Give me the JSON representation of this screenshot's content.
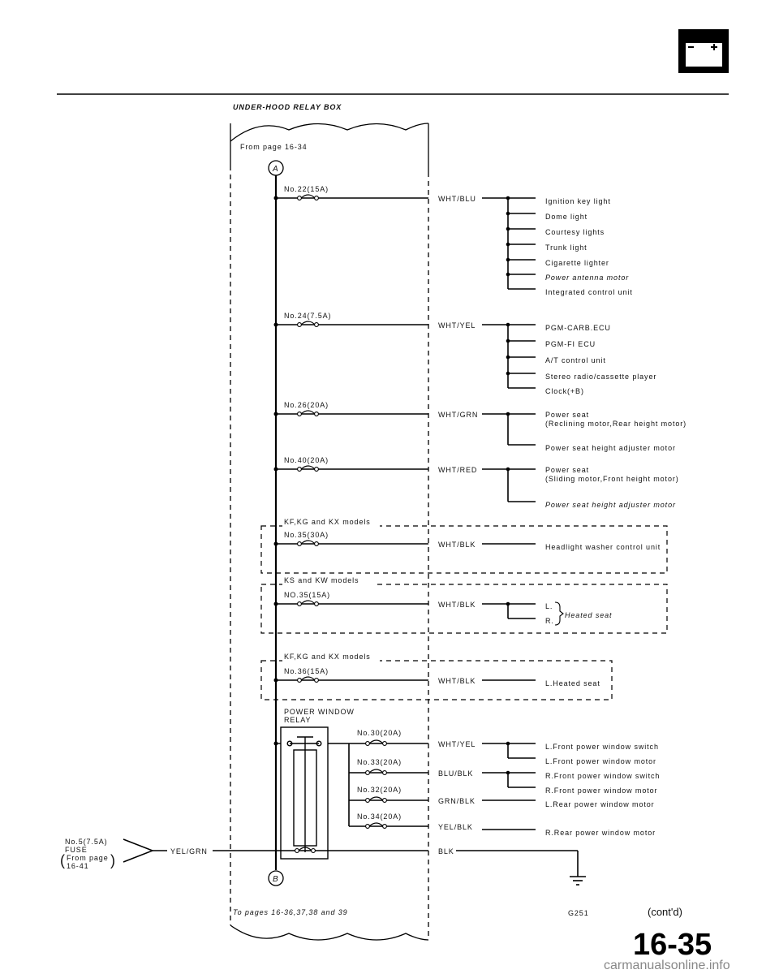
{
  "header": {
    "box_title": "UNDER-HOOD RELAY BOX",
    "from_page": "From page 16-34",
    "connector_a": "A",
    "connector_b": "B",
    "to_pages": "To pages 16-36,37,38 and 39",
    "cont": "(cont'd)",
    "page_number": "16-35",
    "watermark": "carmanualsonline.info"
  },
  "fuses": {
    "f22": "No.22(15A)",
    "f24": "No.24(7.5A)",
    "f26": "No.26(20A)",
    "f40": "No.40(20A)",
    "f35a": "No.35(30A)",
    "f35b": "NO.35(15A)",
    "f36": "No.36(15A)",
    "f30": "No.30(20A)",
    "f33": "No.33(20A)",
    "f32": "No.32(20A)",
    "f34": "No.34(20A)"
  },
  "models": {
    "m1": "KF,KG and KX models",
    "m2": "KS and KW models",
    "m3": "KF,KG and KX models"
  },
  "relay": {
    "line1": "POWER WINDOW",
    "line2": "RELAY"
  },
  "wires": {
    "w1": "WHT/BLU",
    "w2": "WHT/YEL",
    "w3": "WHT/GRN",
    "w4": "WHT/RED",
    "w5": "WHT/BLK",
    "w6": "WHT/BLK",
    "w7": "WHT/BLK",
    "w8": "WHT/YEL",
    "w9": "BLU/BLK",
    "w10": "GRN/BLK",
    "w11": "YEL/BLK",
    "w12": "BLK",
    "feed": "YEL/GRN"
  },
  "loads": {
    "g1": [
      "Ignition key light",
      "Dome light",
      "Courtesy lights",
      "Trunk light",
      "Cigarette lighter",
      "Power antenna motor",
      "Integrated control unit"
    ],
    "g2": [
      "PGM-CARB.ECU",
      "PGM-FI ECU",
      "A/T control unit",
      "Stereo radio/cassette player",
      "Clock(+B)"
    ],
    "g3a1": "Power seat",
    "g3a2": "(Reclining motor,Rear height motor)",
    "g3b": "Power seat height adjuster motor",
    "g4a1": "Power seat",
    "g4a2": "(Sliding motor,Front height motor)",
    "g4b": "Power seat height adjuster motor",
    "g5": "Headlight washer control unit",
    "g6l": "L.",
    "g6r": "R.",
    "g6name": "Heated seat",
    "g7": "L.Heated seat",
    "pw": [
      "L.Front power window switch",
      "L.Front power window motor",
      "R.Front power window switch",
      "R.Front power window motor",
      "L.Rear power window motor",
      "R.Rear power window motor"
    ]
  },
  "ext_fuse": {
    "l1": "No.5(7.5A)",
    "l2": "FUSE",
    "l3": "From page",
    "l4": "16-41"
  },
  "ground": "G251"
}
